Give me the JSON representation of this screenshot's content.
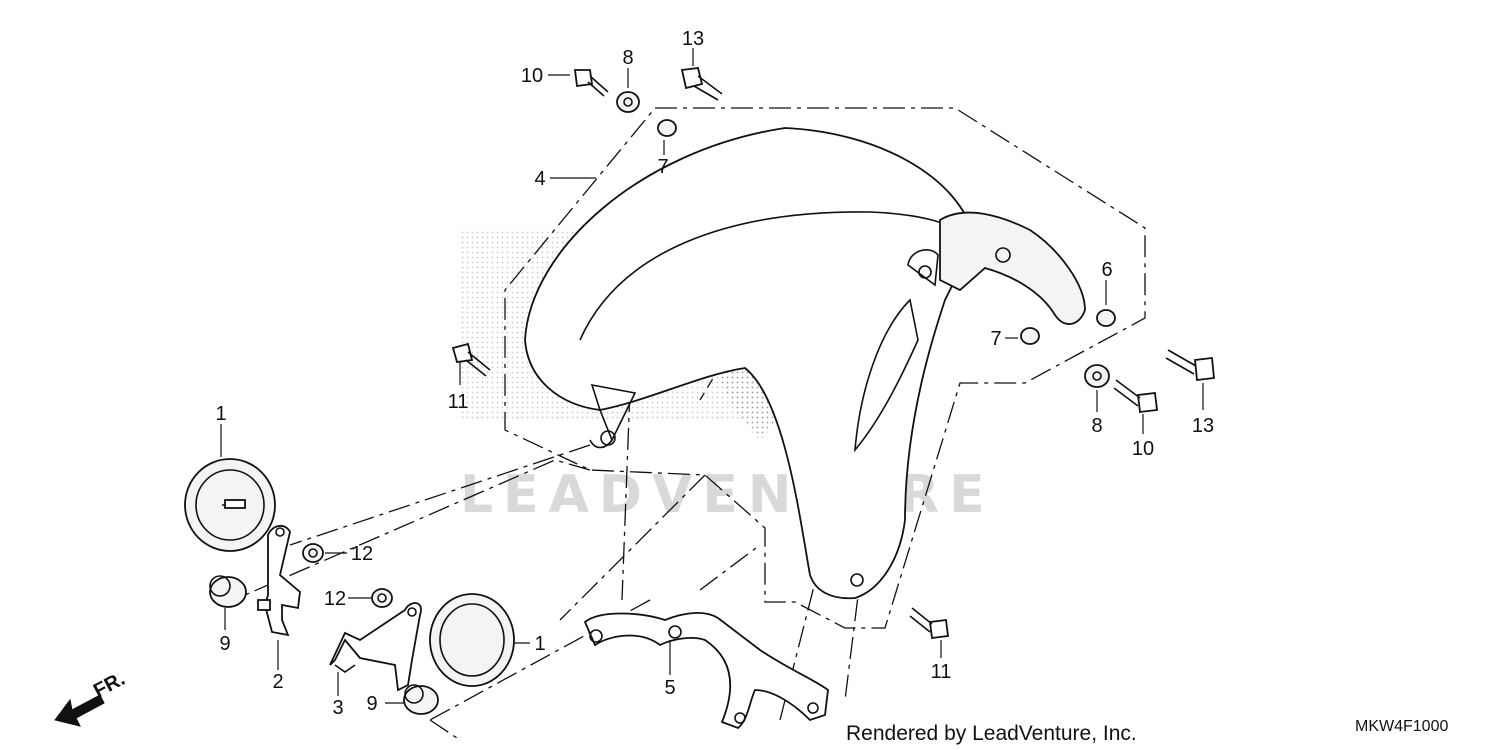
{
  "watermark": "LEADVENTURE",
  "credit": "Rendered by LeadVenture, Inc.",
  "diagram_code": "MKW4F1000",
  "direction_label": "FR.",
  "callouts": {
    "c1a": "1",
    "c1b": "1",
    "c2": "2",
    "c3": "3",
    "c4": "4",
    "c5": "5",
    "c6": "6",
    "c7a": "7",
    "c7b": "7",
    "c8a": "8",
    "c8b": "8",
    "c9a": "9",
    "c9b": "9",
    "c10a": "10",
    "c10b": "10",
    "c11a": "11",
    "c11b": "11",
    "c12a": "12",
    "c12b": "12",
    "c13a": "13",
    "c13b": "13"
  }
}
